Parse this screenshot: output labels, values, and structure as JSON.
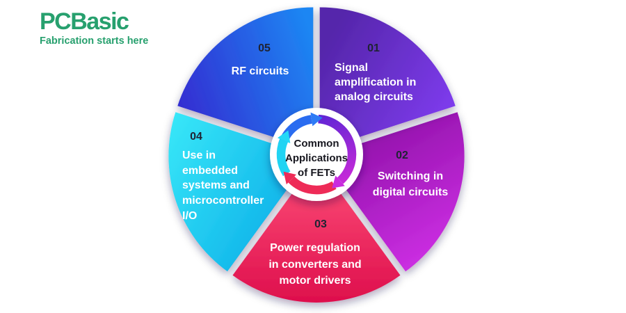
{
  "brand": {
    "name": "PCBasic",
    "tagline": "Fabrication starts here",
    "color": "#27a06e"
  },
  "center": {
    "title": "Common Applications of FETs",
    "line1": "Common",
    "line2": "Applications",
    "line3": "of FETs"
  },
  "segments": [
    {
      "number": "01",
      "label": "Signal amplification in analog circuits",
      "lines": [
        "Signal",
        "amplification in",
        "analog circuits"
      ],
      "color_start": "#5526ab",
      "color_end": "#813df2"
    },
    {
      "number": "02",
      "label": "Switching in digital circuits",
      "lines": [
        "Switching in",
        "digital circuits"
      ],
      "color_start": "#8d10a6",
      "color_end": "#cb2ee2"
    },
    {
      "number": "03",
      "label": "Power regulation in converters and motor drivers",
      "lines": [
        "Power regulation",
        "in converters and",
        "motor drivers"
      ],
      "color_start": "#f43b6b",
      "color_end": "#dd0d4b"
    },
    {
      "number": "04",
      "label": "Use in embedded systems and microcontroller I/O",
      "lines": [
        "Use in",
        "embedded",
        "systems and",
        "microcontroller",
        "I/O"
      ],
      "color_start": "#38e7f8",
      "color_end": "#10b4ea"
    },
    {
      "number": "05",
      "label": "RF circuits",
      "lines": [
        "RF circuits"
      ],
      "color_start": "#332ed2",
      "color_end": "#1d86f3"
    }
  ],
  "ring": {
    "arrow_blue": "#2a6cf0",
    "arrow_purple_start": "#6326d5",
    "arrow_purple_end": "#c42ad8",
    "arrow_red": "#ee2b57",
    "arrow_cyan": "#20d4f3"
  }
}
